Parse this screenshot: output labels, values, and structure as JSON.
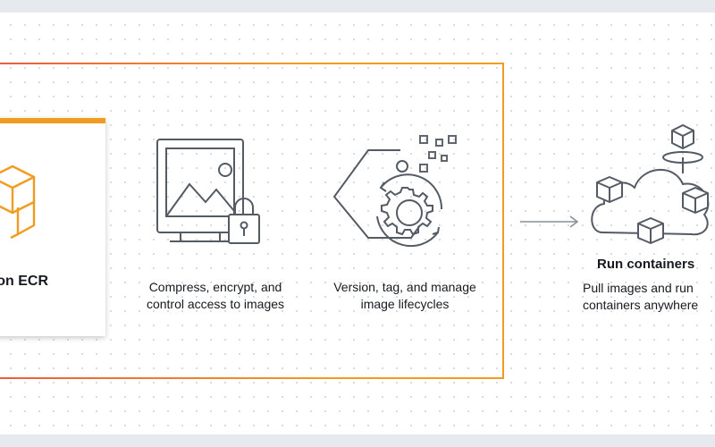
{
  "diagram": {
    "card": {
      "title": "on ECR"
    },
    "steps": [
      {
        "id": "secure",
        "line1": "Compress, encrypt, and",
        "line2": "control access to images",
        "icon": "secure-image-icon"
      },
      {
        "id": "manage",
        "line1": "Version, tag, and manage",
        "line2": "image lifecycles",
        "icon": "gear-tag-icon"
      }
    ],
    "run": {
      "title": "Run containers",
      "line1": "Pull images and run",
      "line2": "containers anywhere",
      "icon": "cloud-containers-icon"
    },
    "colors": {
      "accent": "#f29b21",
      "accent_gradient_start": "#ee5a3c",
      "icon_stroke": "#545b64",
      "text": "#16191f"
    }
  }
}
